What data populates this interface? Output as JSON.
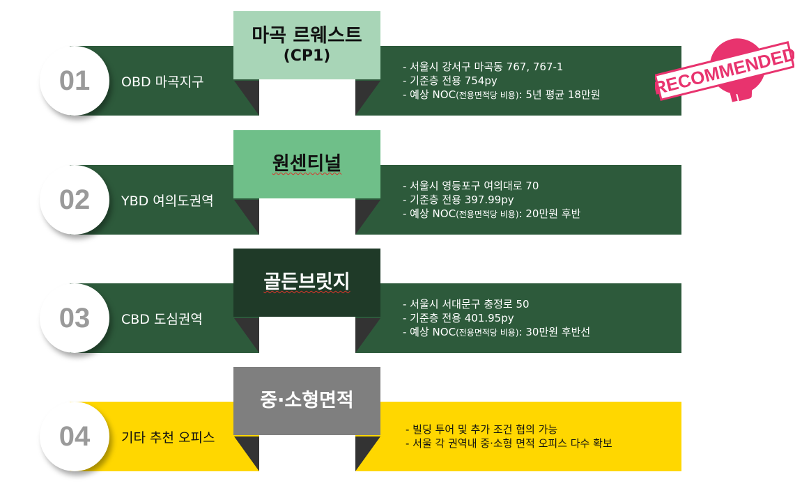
{
  "rows": [
    {
      "number": "01",
      "label": "OBD 마곡지구",
      "title_main": "마곡 르웨스트",
      "title_sub": "(CP1)",
      "title_bg": "#a8d5b7",
      "title_color": "#111111",
      "details": [
        "- 서울시 강서구 마곡동 767, 767-1",
        "- 기준층 전용 754py"
      ],
      "noc": {
        "prefix": "- 예상 NOC",
        "small": "(전용면적당 비용)",
        "suffix": ": 5년 평균 18만원"
      }
    },
    {
      "number": "02",
      "label": "YBD 여의도권역",
      "title_main": "원센티널",
      "title_bg": "#6fbf89",
      "title_color": "#111111",
      "details": [
        "- 서울시 영등포구 여의대로 70",
        "- 기준층 전용 397.99py"
      ],
      "noc": {
        "prefix": "- 예상 NOC",
        "small": "(전용면적당 비용)",
        "suffix": ": 20만원 후반"
      }
    },
    {
      "number": "03",
      "label": "CBD 도심권역",
      "title_main": "골든브릿지",
      "title_bg": "#1f3a28",
      "title_color": "#ffffff",
      "details": [
        "- 서울시 서대문구 충정로 50",
        "- 기준층 전용 401.95py"
      ],
      "noc": {
        "prefix": "- 예상 NOC",
        "small": "(전용면적당 비용)",
        "suffix": ": 30만원 후반선"
      }
    },
    {
      "number": "04",
      "label": "기타 추천 오피스",
      "title_main": "중·소형면적",
      "title_bg": "#7f7f7f",
      "title_color": "#ffffff",
      "details": [
        "- 빌딩 투어 및 추가 조건 협의 가능",
        "- 서울 각 권역내 중·소형 면적 오피스 다수 확보"
      ]
    }
  ],
  "stamp": {
    "text": "RECOMMENDED",
    "color": "#e8336e",
    "icon": "thumbs-up-icon"
  }
}
